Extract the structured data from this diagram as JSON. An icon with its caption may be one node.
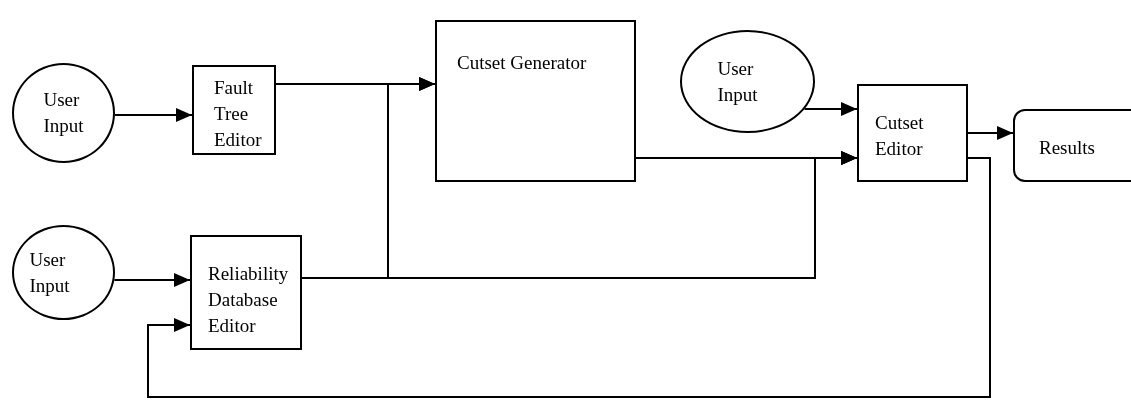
{
  "diagram": {
    "nodes": [
      {
        "text": [
          "User Input"
        ]
      },
      {
        "text": [
          "Fault Tree Editor"
        ]
      },
      {
        "text": [
          "Cutset Generator"
        ]
      },
      {
        "text": [
          "User Input"
        ]
      },
      {
        "text": [
          "Cutset Editor"
        ]
      },
      {
        "text": [
          "Results"
        ]
      },
      {
        "text": [
          "User Input"
        ]
      },
      {
        "text": [
          "Reliability Database Editor"
        ]
      }
    ],
    "edges": [
      {
        "from": 0,
        "to": 1,
        "arrow": "to"
      },
      {
        "from": 1,
        "to": 2,
        "arrow": "to"
      },
      {
        "from": 7,
        "to": 2,
        "arrow": "to"
      },
      {
        "from": 1,
        "to": 4,
        "arrow": "to"
      },
      {
        "from": 7,
        "to": 4,
        "arrow": "to"
      },
      {
        "from": 2,
        "to": 4,
        "arrow": "to"
      },
      {
        "from": 3,
        "to": 4,
        "arrow": "to"
      },
      {
        "from": 4,
        "to": 5,
        "arrow": "to"
      },
      {
        "from": 4,
        "to": 7,
        "arrow": "to"
      },
      {
        "from": 6,
        "to": 7,
        "arrow": "to"
      }
    ]
  }
}
